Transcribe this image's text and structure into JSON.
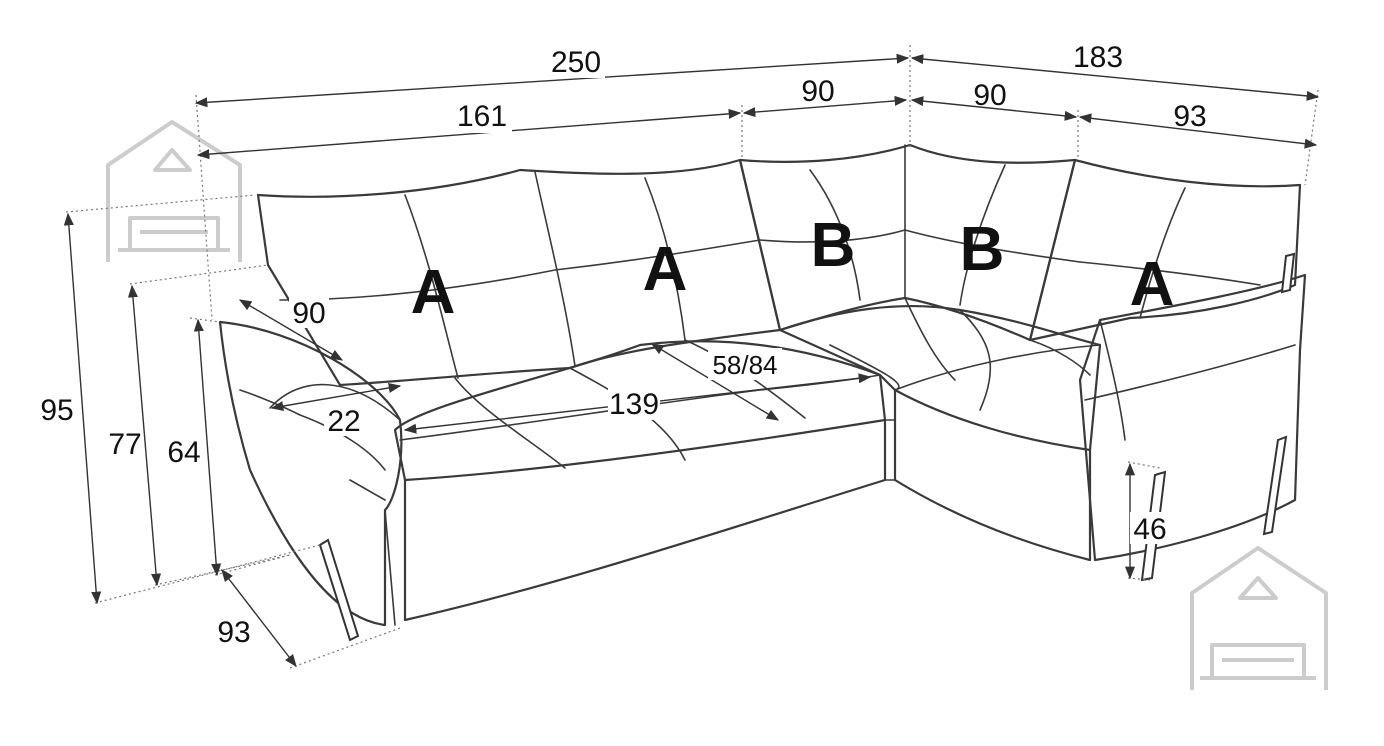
{
  "diagram": {
    "dimensions": {
      "total_width": "250",
      "corner_depth_total": "183",
      "left_section_width": "161",
      "corner_left_width": "90",
      "corner_right_width": "90",
      "right_section_width": "93",
      "total_height": "95",
      "back_height": "77",
      "armrest_height": "64",
      "armrest_depth": "90",
      "armrest_width": "22",
      "seat_width": "139",
      "seat_depth": "58/84",
      "sofa_depth": "93",
      "leg_height": "46"
    },
    "seat_labels": [
      "A",
      "A",
      "B",
      "B",
      "A"
    ],
    "icons": [
      "house-sofa-logo-icon",
      "house-sofa-logo-icon"
    ]
  }
}
